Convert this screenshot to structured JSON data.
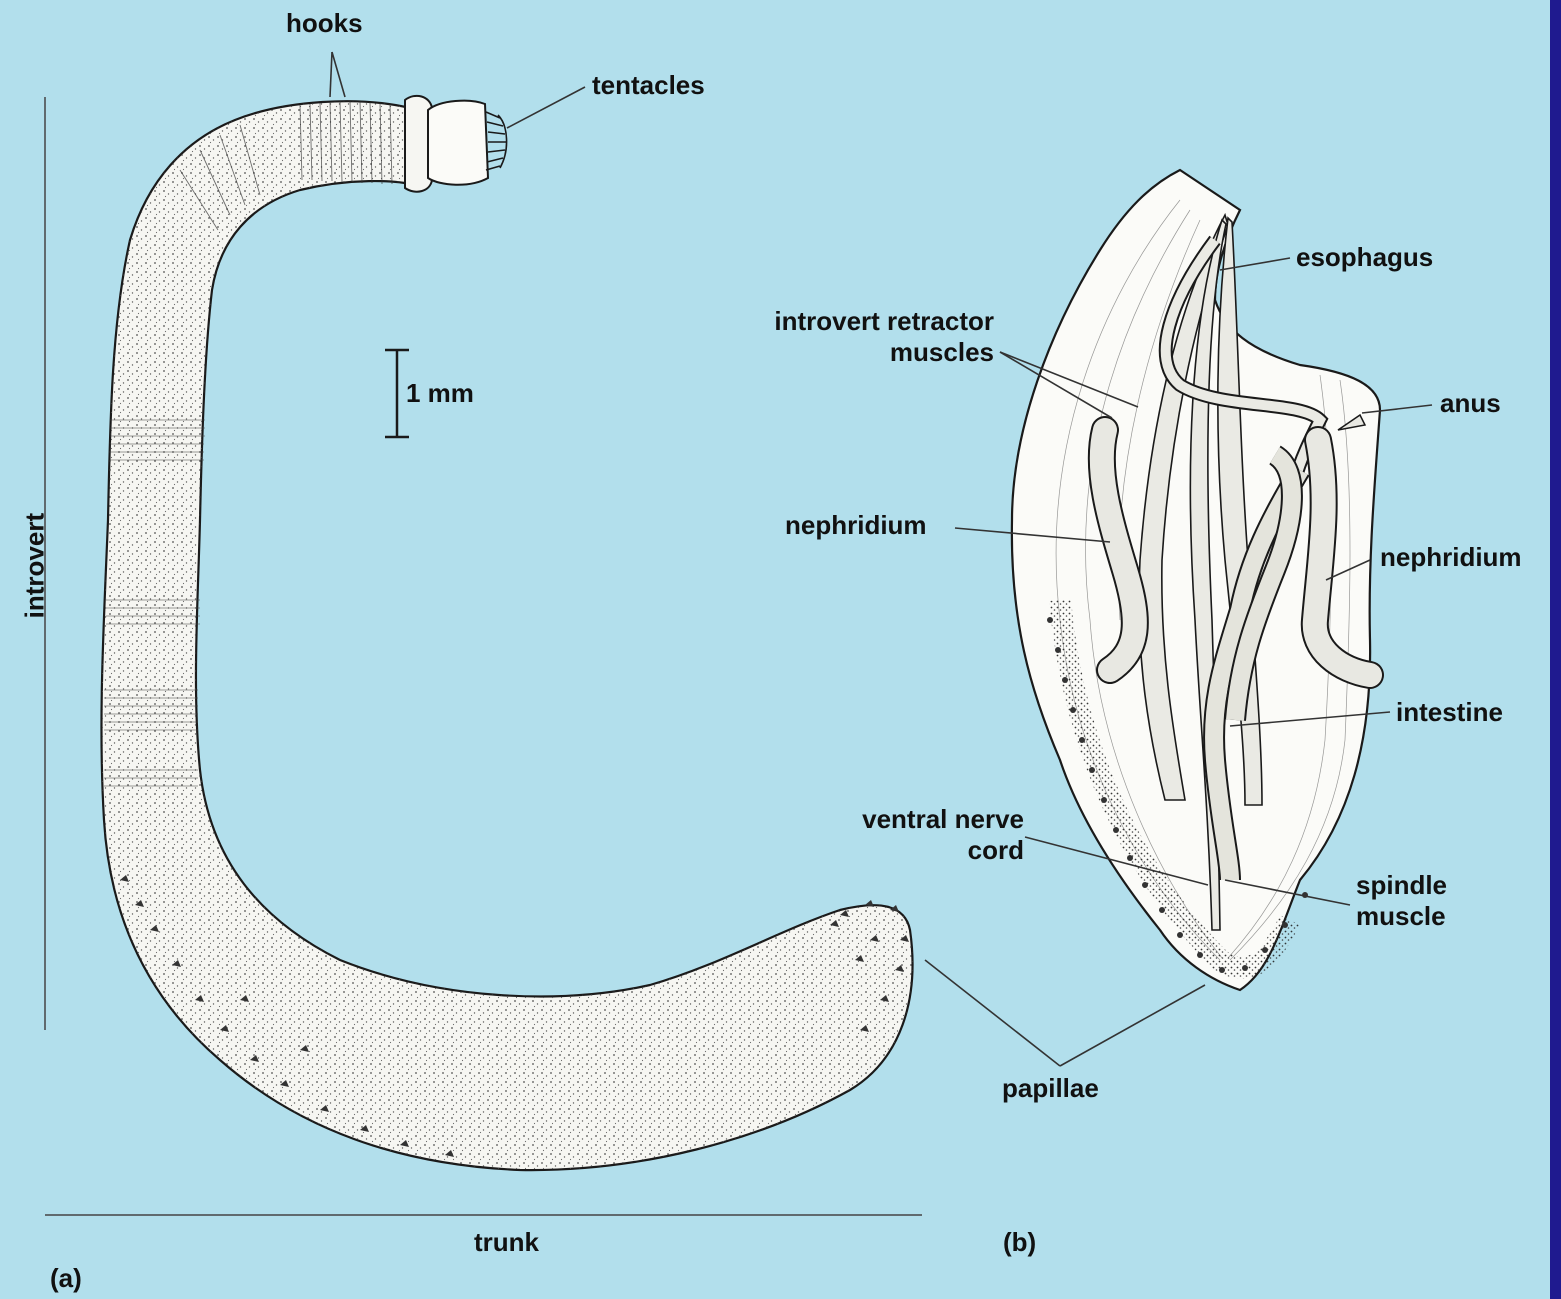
{
  "labels": {
    "hooks": "hooks",
    "tentacles": "tentacles",
    "scale_bar": "1 mm",
    "introvert": "introvert",
    "trunk": "trunk",
    "panel_a": "(a)",
    "panel_b": "(b)",
    "esophagus": "esophagus",
    "introvert_retractor_muscles_line1": "introvert retractor",
    "introvert_retractor_muscles_line2": "muscles",
    "anus": "anus",
    "nephridium_left": "nephridium",
    "nephridium_right": "nephridium",
    "intestine": "intestine",
    "ventral_nerve_cord_line1": "ventral nerve",
    "ventral_nerve_cord_line2": "cord",
    "spindle_muscle_line1": "spindle",
    "spindle_muscle_line2": "muscle",
    "papillae": "papillae"
  },
  "colors": {
    "background": "#b2dfec",
    "frame": "#1f1a8f",
    "specimen_fill": "#f6f6f2",
    "ink": "#1a1a1a"
  }
}
